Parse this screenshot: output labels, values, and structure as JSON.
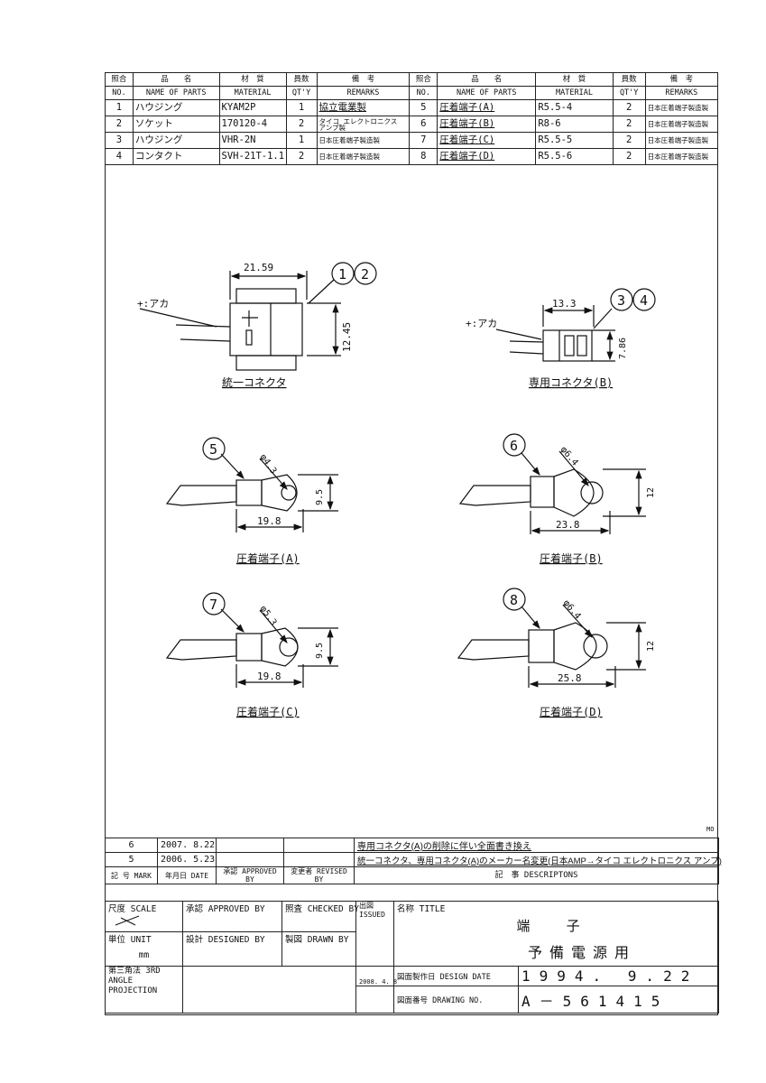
{
  "parts_table": {
    "headers": {
      "no_jp": "照合",
      "name_jp": "品　　名",
      "material_jp": "材　質",
      "qty_jp": "員数",
      "remarks_jp": "備　考",
      "no_en": "NO.",
      "name_en": "NAME OF PARTS",
      "material_en": "MATERIAL",
      "qty_en": "QT'Y",
      "remarks_en": "REMARKS"
    },
    "rows": [
      {
        "no": "1",
        "name": "ハウジング",
        "material": "KYAM2P",
        "qty": "1",
        "remarks": "協立電業製",
        "no2": "5",
        "name2": "圧着端子(A)",
        "material2": "R5.5-4",
        "qty2": "2",
        "remarks2": "日本圧着端子製造製"
      },
      {
        "no": "2",
        "name": "ソケット",
        "material": "170120-4",
        "qty": "2",
        "remarks": "タイコ エレクトロニクス アンプ製",
        "no2": "6",
        "name2": "圧着端子(B)",
        "material2": "R8-6",
        "qty2": "2",
        "remarks2": "日本圧着端子製造製"
      },
      {
        "no": "3",
        "name": "ハウジング",
        "material": "VHR-2N",
        "qty": "1",
        "remarks": "日本圧着端子製造製",
        "no2": "7",
        "name2": "圧着端子(C)",
        "material2": "R5.5-5",
        "qty2": "2",
        "remarks2": "日本圧着端子製造製"
      },
      {
        "no": "4",
        "name": "コンタクト",
        "material": "SVH-21T-1.1",
        "qty": "2",
        "remarks": "日本圧着端子製造製",
        "no2": "8",
        "name2": "圧着端子(D)",
        "material2": "R5.5-6",
        "qty2": "2",
        "remarks2": "日本圧着端子製造製"
      }
    ]
  },
  "drawings": {
    "conn_a": {
      "dim_w": "21.59",
      "dim_h": "12.45",
      "balloon1": "1",
      "balloon2": "2",
      "wire_label": "+:アカ",
      "caption": "統一コネクタ"
    },
    "conn_b": {
      "dim_w": "13.3",
      "dim_h": "7.86",
      "balloon1": "3",
      "balloon2": "4",
      "wire_label": "+:アカ",
      "caption": "専用コネクタ(B)"
    },
    "term_a": {
      "balloon": "5",
      "dia": "φ4.3",
      "height": "9.5",
      "length": "19.8",
      "caption": "圧着端子(A)"
    },
    "term_b": {
      "balloon": "6",
      "dia": "φ6.4",
      "height": "12",
      "length": "23.8",
      "caption": "圧着端子(B)"
    },
    "term_c": {
      "balloon": "7",
      "dia": "φ5.3",
      "height": "9.5",
      "length": "19.8",
      "caption": "圧着端子(C)"
    },
    "term_d": {
      "balloon": "8",
      "dia": "φ6.4",
      "height": "12",
      "length": "25.8",
      "caption": "圧着端子(D)"
    },
    "corner_mark": "MO"
  },
  "revisions": [
    {
      "mark": "6",
      "date": "2007. 8.22",
      "desc": "専用コネクタ(A)の削除に伴い全面書き換え"
    },
    {
      "mark": "5",
      "date": "2006. 5.23",
      "desc": "統一コネクタ、専用コネクタ(A)のメーカー名変更(日本AMP→タイコ エレクトロニクス アンプ)"
    }
  ],
  "revision_headers": {
    "mark": "記 号 MARK",
    "date": "年月日 DATE",
    "approved": "承認 APPROVED BY",
    "revised": "変更者 REVISED BY",
    "desc": "記　事 DESCRIPTONS"
  },
  "title_block": {
    "scale": "尺度 SCALE",
    "approved": "承認 APPROVED BY",
    "checked": "照査 CHECKED BY",
    "issued": "出図 ISSUED",
    "unit": "単位 UNIT",
    "unit_value": "mm",
    "designed": "設計 DESIGNED BY",
    "drawn": "製図 DRAWN BY",
    "issued_date": "2008. 4. 8",
    "projection": "第三角法 3RD ANGLE PROJECTION",
    "title_label": "名称 TITLE",
    "title_line1": "端 子",
    "title_line2": "予備電源用",
    "design_date_label": "図面製作日 DESIGN DATE",
    "design_date": "1994. 9.22",
    "drawing_no_label": "図面番号 DRAWING NO.",
    "drawing_no": "A－561415"
  }
}
